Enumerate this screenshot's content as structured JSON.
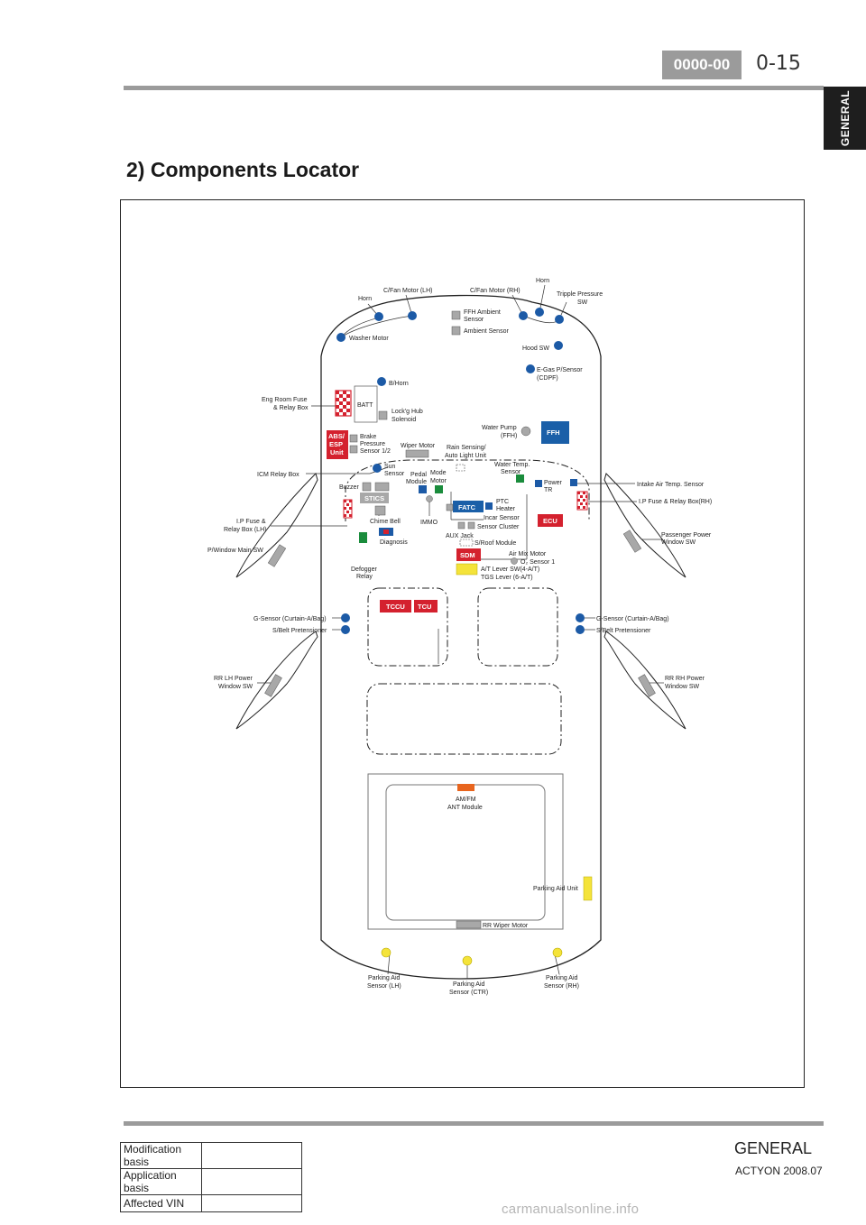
{
  "header": {
    "code": "0000-00",
    "page": "0-15"
  },
  "side_tab": {
    "label": "GENERAL"
  },
  "title": "2) Components Locator",
  "diagram": {
    "labels": {
      "horn_lh": "Horn",
      "cfan_lh": "C/Fan Motor (LH)",
      "cfan_rh": "C/Fan Motor (RH)",
      "horn_rh": "Horn",
      "tripple": "Tripple Pressure",
      "tripple2": "SW",
      "ffh_amb1": "FFH Ambient",
      "ffh_amb2": "Sensor",
      "ambient": "Ambient Sensor",
      "washer": "Washer Motor",
      "hood": "Hood SW",
      "egas1": "E-Gas P/Sensor",
      "egas2": "(CDPF)",
      "bhorn": "B/Horn",
      "eng1": "Eng Room Fuse",
      "eng2": "& Relay Box",
      "batt": "BATT",
      "lock1": "Lock'g Hub",
      "lock2": "Solenoid",
      "wpump1": "Water Pump",
      "wpump2": "(FFH)",
      "ffh": "FFH",
      "abs1": "ABS/",
      "abs2": "ESP",
      "abs3": "Unit",
      "brake1": "Brake",
      "brake2": "Pressure",
      "brake3": "Sensor 1/2",
      "wiper": "Wiper Motor",
      "rain1": "Rain Sensing/",
      "rain2": "Auto Light Unit",
      "wtemp1": "Water Temp.",
      "wtemp2": "Sensor",
      "sun1": "Sun",
      "sun2": "Sensor",
      "pedal1": "Pedal",
      "pedal2": "Module",
      "mode1": "Mode",
      "mode2": "Motor",
      "icm": "ICM Relay Box",
      "power1": "Power",
      "power2": "TR",
      "intake": "Intake Air Temp. Sensor",
      "buzzer": "Buzzer",
      "stics": "STICS",
      "fatc": "FATC",
      "ptc1": "PTC",
      "ptc2": "Heater",
      "ipfuse_rh": "I.P Fuse & Relay Box(RH)",
      "chime": "Chime Bell",
      "immo": "IMMO",
      "incar": "Incar Sensor",
      "ecu": "ECU",
      "ipfuse_lh1": "I.P Fuse &",
      "ipfuse_lh2": "Relay Box (LH)",
      "diagnosis": "Diagnosis",
      "aux": "AUX Jack",
      "cluster": "Sensor Cluster",
      "sroof": "S/Roof Module",
      "pass1": "Passenger Power",
      "pass2": "Window SW",
      "pwin": "P/Window Main SW",
      "sdm": "SDM",
      "airmix": "Air Mix Motor",
      "o2": "O₂ Sensor 1",
      "defog1": "Defogger",
      "defog2": "Relay",
      "atlever1": "A/T Lever SW(4-A/T)",
      "atlever2": "TGS Lever (6-A/T)",
      "tccu": "TCCU",
      "tcu": "TCU",
      "gsensor_lh": "G-Sensor (Curtain-A/Bag)",
      "sbelt_lh": "S/Belt Pretensioner",
      "gsensor_rh": "G-Sensor (Curtain-A/Bag)",
      "sbelt_rh": "S/Belt Pretensioner",
      "rrlh1": "RR LH Power",
      "rrlh2": "Window SW",
      "rrrh1": "RR RH Power",
      "rrrh2": "Window SW",
      "amfm1": "AM/FM",
      "amfm2": "ANT Module",
      "paid_unit": "Parking Aid Unit",
      "rrwiper": "RR Wiper Motor",
      "pa_lh1": "Parking Aid",
      "pa_lh2": "Sensor (LH)",
      "pa_ctr1": "Parking Aid",
      "pa_ctr2": "Sensor (CTR)",
      "pa_rh1": "Parking Aid",
      "pa_rh2": "Sensor (RH)"
    },
    "colors": {
      "blue_dot": "#1c5aa6",
      "gray_box": "#a8a8a8",
      "green_box": "#1a8c3c",
      "red_box": "#d4212e",
      "yellow": "#f4e33a",
      "orange": "#e8651e",
      "fatc_blue": "#1a5fa8"
    }
  },
  "footer": {
    "section": "GENERAL",
    "model": "ACTYON 2008.07",
    "table": [
      {
        "key": "Modification basis",
        "value": ""
      },
      {
        "key": "Application basis",
        "value": ""
      },
      {
        "key": "Affected VIN",
        "value": ""
      }
    ]
  },
  "watermark": "carmanualsonline.info"
}
